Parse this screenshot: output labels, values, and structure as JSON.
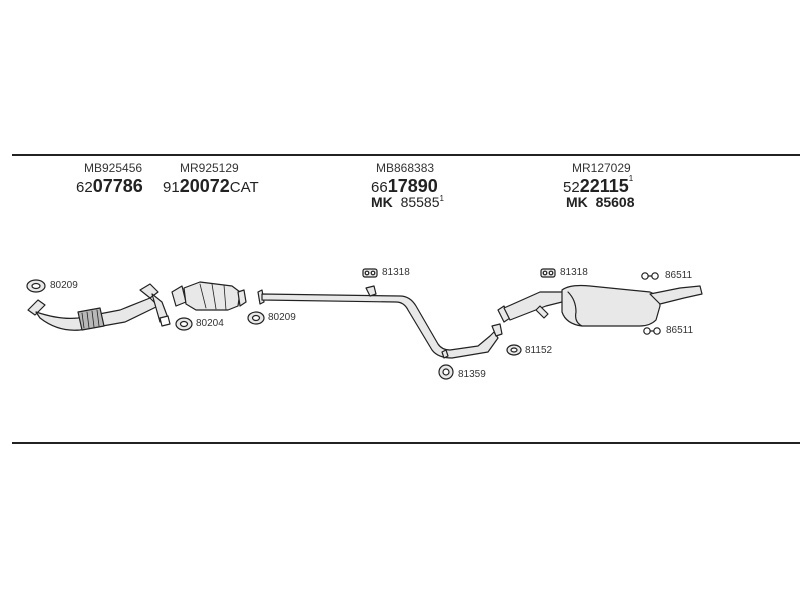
{
  "groups": [
    {
      "oe": "MB925456",
      "prefix": "62",
      "main": "07786",
      "suffix": "",
      "sup": ""
    },
    {
      "oe": "MR925129",
      "prefix": "91",
      "main": "20072",
      "suffix": "CAT",
      "sup": ""
    },
    {
      "oe": "MB868383",
      "prefix": "66",
      "main": "17890",
      "suffix": "",
      "sup": "",
      "mk": {
        "label": "MK",
        "num": "85585",
        "sup": "1"
      }
    },
    {
      "oe": "MR127029",
      "prefix": "52",
      "main": "22115",
      "suffix": "",
      "sup": "1",
      "mk": {
        "label": "MK",
        "num": "85608",
        "sup": ""
      }
    }
  ],
  "part_labels": {
    "gasket_front": "80209",
    "gasket_cat_left": "80204",
    "gasket_cat_right": "80209",
    "hanger_mid": "81318",
    "clamp_mid": "81359",
    "gasket_rear": "81152",
    "hanger_rear": "81318",
    "bracket_top": "86511",
    "bracket_bottom": "86511"
  },
  "colors": {
    "line": "#222222",
    "fill": "#e8e8e8",
    "shade": "#b8b8b8"
  }
}
